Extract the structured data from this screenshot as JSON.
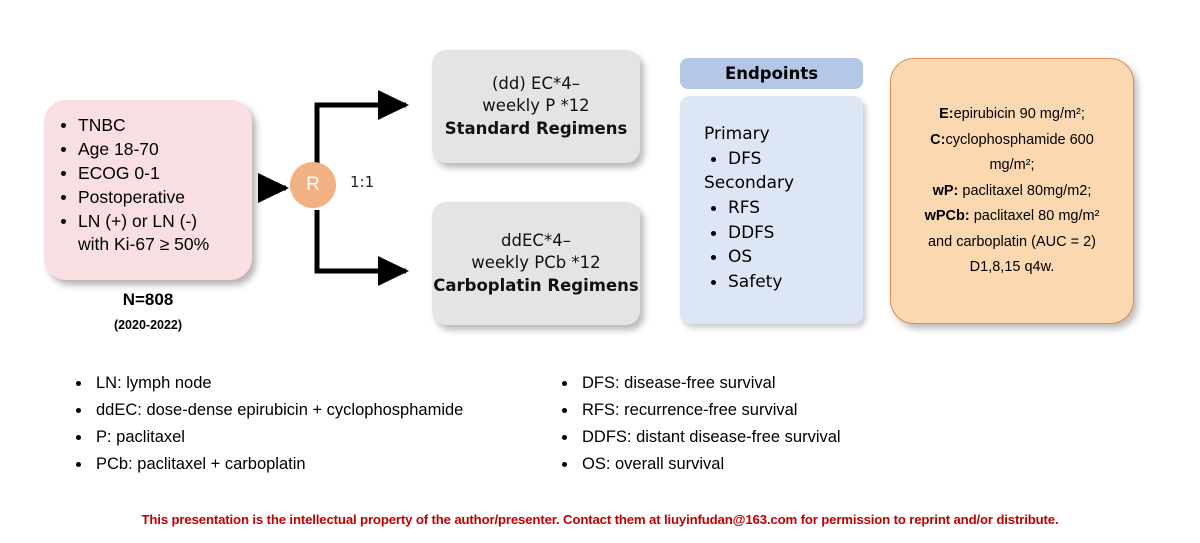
{
  "eligibility": {
    "criteria": [
      {
        "text": "TNBC"
      },
      {
        "text": "Age 18-70"
      },
      {
        "text": "ECOG 0-1"
      },
      {
        "text": "Postoperative"
      },
      {
        "text": "LN (+) or LN (-)",
        "continuation": "with Ki-67 ≥ 50%"
      }
    ],
    "enrollment": "N=808",
    "period": "(2020-2022)"
  },
  "randomization": {
    "label": "R",
    "ratio": "1:1"
  },
  "arms": [
    {
      "line1": "(dd) EC*4–",
      "line2": "weekly P *12",
      "title": "Standard Regimens"
    },
    {
      "line1": "ddEC*4–",
      "line2": "weekly PCb *12",
      "title": "Carboplatin Regimens"
    }
  ],
  "endpoints": {
    "header": "Endpoints",
    "primary_label": "Primary",
    "primary": [
      "DFS"
    ],
    "secondary_label": "Secondary",
    "secondary": [
      "RFS",
      "DDFS",
      "OS",
      "Safety"
    ]
  },
  "dosing": {
    "lines": [
      {
        "bold": "E:",
        "rest": "epirubicin 90 mg/m²;"
      },
      {
        "bold": "C:",
        "rest": "cyclophosphamide 600"
      },
      {
        "bold": "",
        "rest": "mg/m²;"
      },
      {
        "bold": "wP:",
        "rest": " paclitaxel 80mg/m2;"
      },
      {
        "bold": "wPCb:",
        "rest": " paclitaxel 80 mg/m²"
      },
      {
        "bold": "",
        "rest": "and carboplatin (AUC = 2)"
      },
      {
        "bold": "",
        "rest": "D1,8,15 q4w."
      }
    ]
  },
  "legend": {
    "left": [
      "LN: lymph node",
      "ddEC: dose-dense epirubicin + cyclophosphamide",
      "P: paclitaxel",
      "PCb: paclitaxel + carboplatin"
    ],
    "right": [
      "DFS: disease-free survival",
      "RFS: recurrence-free survival",
      "DDFS: distant disease-free survival",
      "OS: overall survival"
    ]
  },
  "footer": {
    "notice": "This presentation is the intellectual property of the author/presenter. Contact them at liuyinfudan@163.com for permission to reprint and/or distribute."
  },
  "colors": {
    "eligibility_fill": "#F9DFE2",
    "randomize_fill": "#F2B183",
    "regimen_fill": "#E4E4E4",
    "endpoints_header_fill": "#B4C7E7",
    "endpoints_body_fill": "#DCE6F5",
    "dosing_fill": "#FCD8B0",
    "dosing_border": "#E08A4B",
    "footer_text": "#C00000"
  }
}
